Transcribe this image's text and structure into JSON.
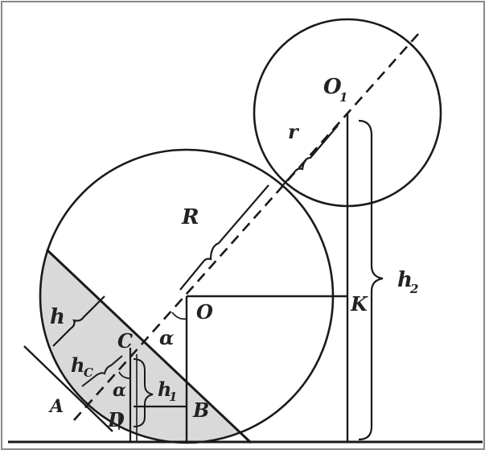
{
  "labels": {
    "O1": "O",
    "O1_sub": "1",
    "r": "r",
    "R": "R",
    "O": "O",
    "K": "K",
    "h2": "h",
    "h2_sub": "2",
    "h": "h",
    "C": "C",
    "alpha_top": "α",
    "hC": "h",
    "hC_sub": "C",
    "alpha_bottom": "α",
    "h1": "h",
    "h1_sub": "1",
    "A": "A",
    "D": "D",
    "B": "B"
  },
  "colors": {
    "line": "#1a1a1a",
    "shade": "#d9d9d9",
    "frame": "#888888"
  }
}
